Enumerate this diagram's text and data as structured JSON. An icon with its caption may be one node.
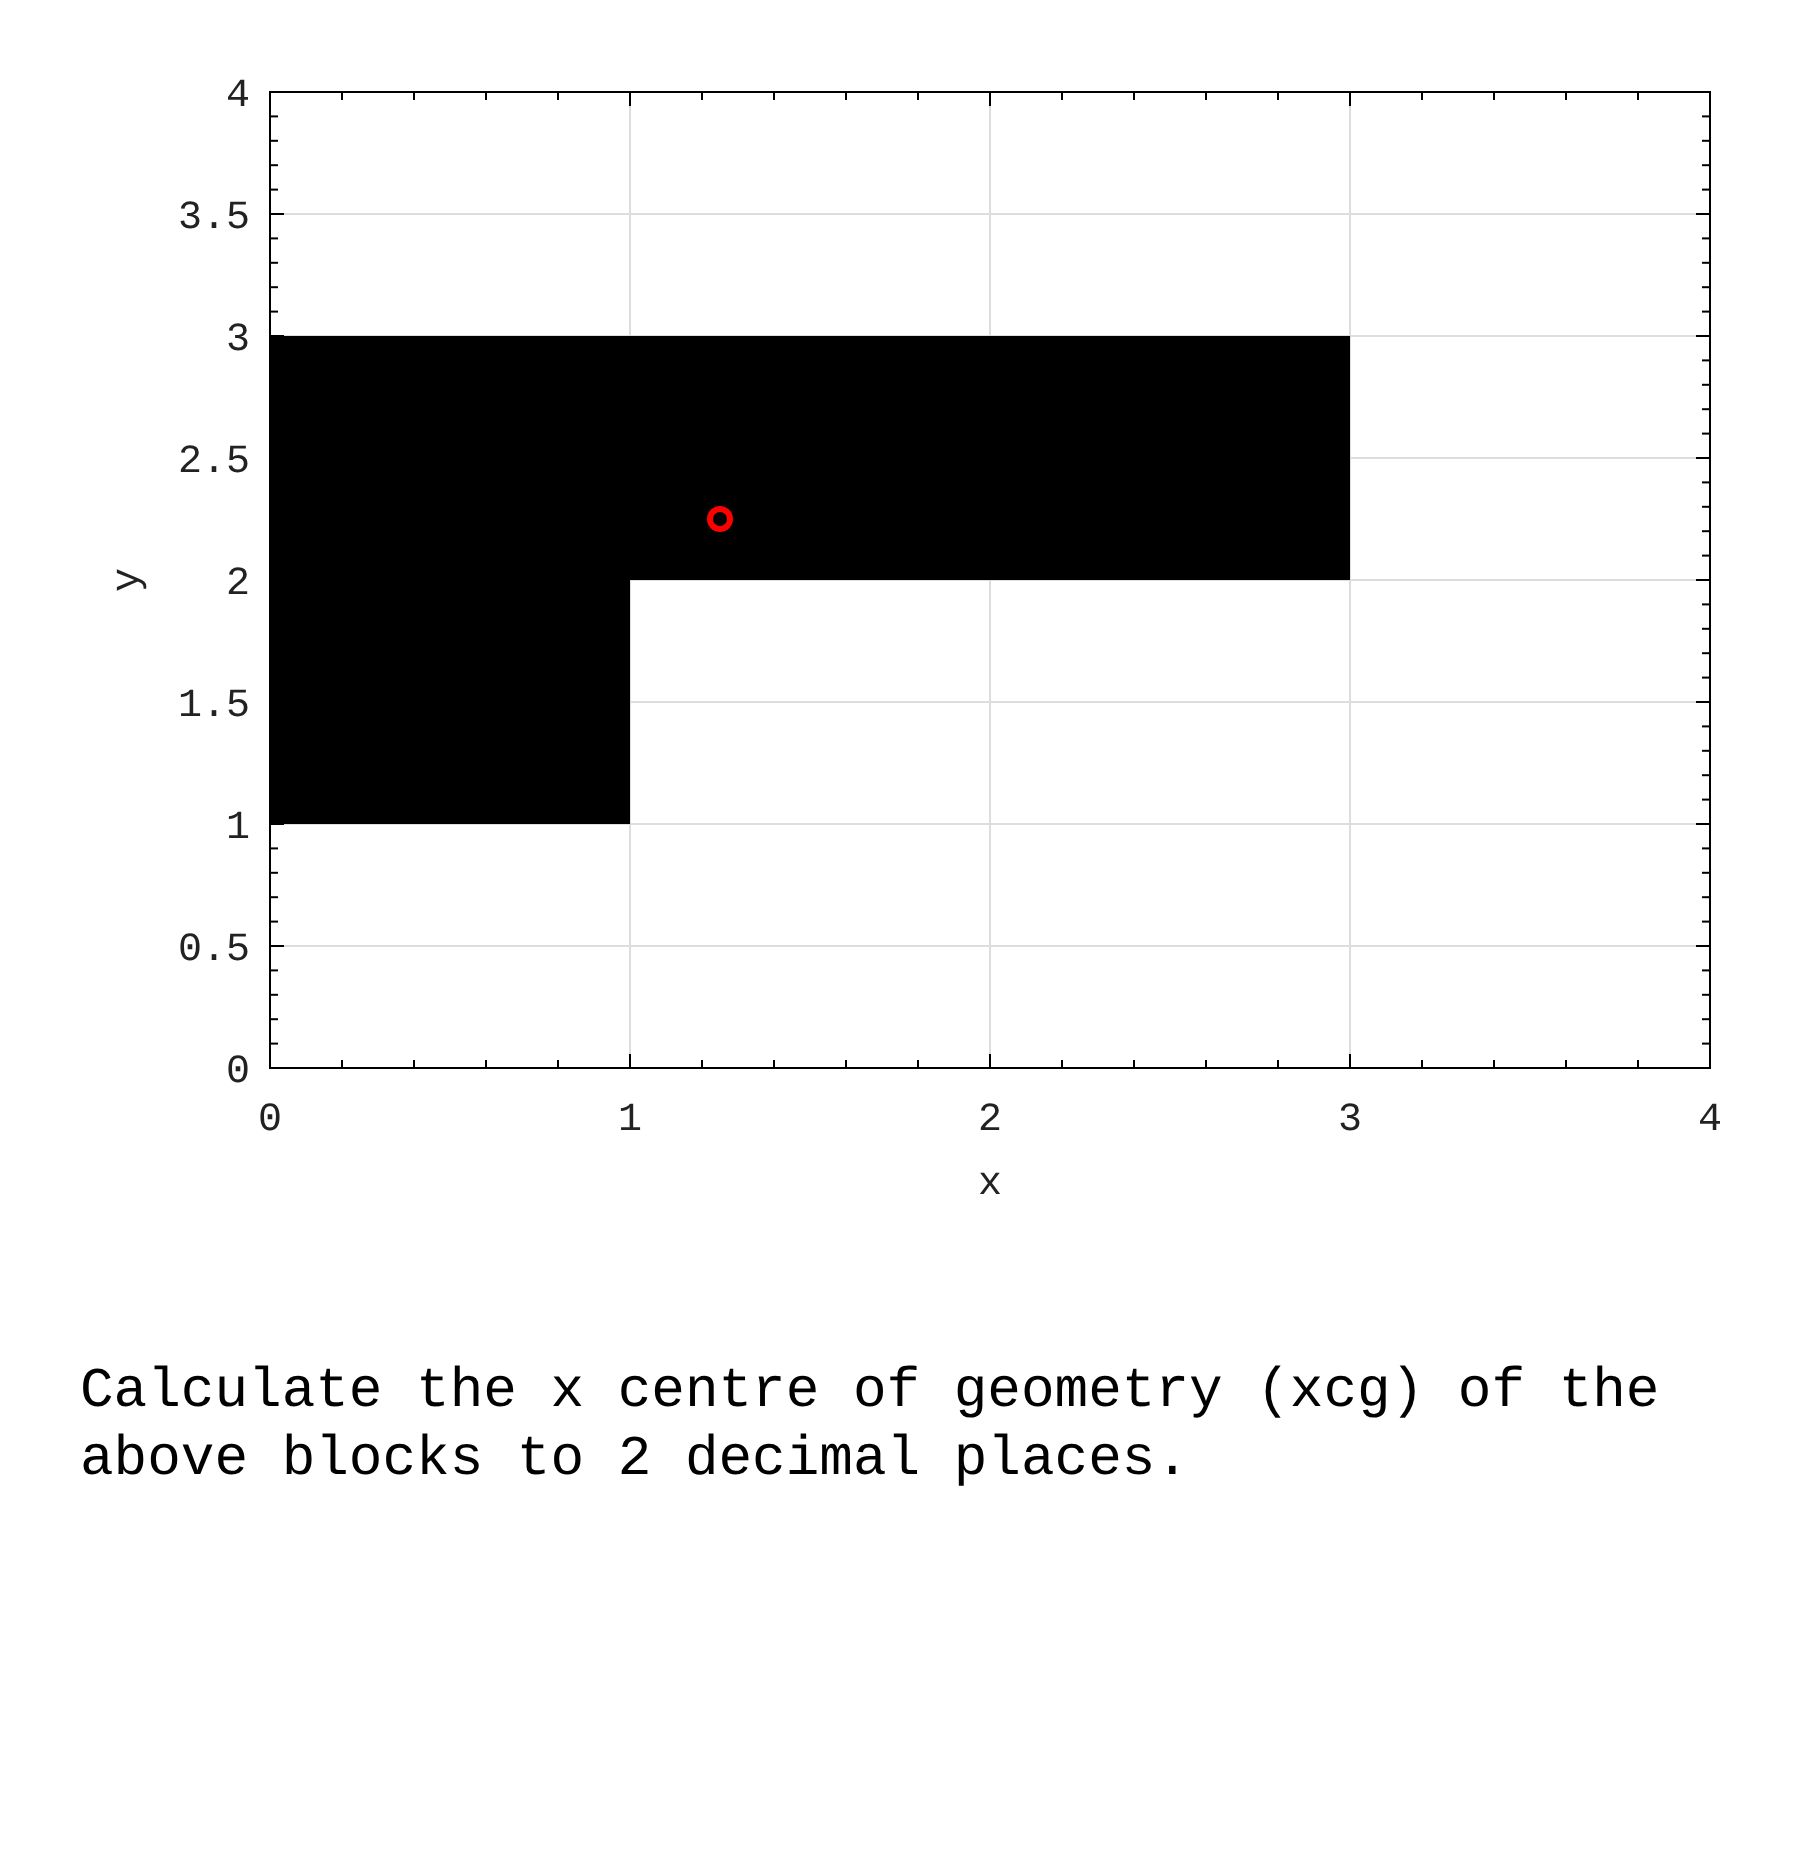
{
  "diagram": {
    "caption": "Calculate the x centre of geometry (xcg) of the above blocks to 2 decimal places.",
    "chart_data": {
      "type": "scatter",
      "xlabel": "x",
      "ylabel": "y",
      "xlim": [
        0,
        4
      ],
      "ylim": [
        0,
        4
      ],
      "xticks": [
        0,
        1,
        2,
        3,
        4
      ],
      "yticks": [
        0,
        0.5,
        1,
        1.5,
        2,
        2.5,
        3,
        3.5,
        4
      ],
      "x": [
        1.25
      ],
      "series": [
        {
          "color": "#ff0000",
          "values": [
            2.25
          ]
        }
      ],
      "grid": true
    }
  }
}
